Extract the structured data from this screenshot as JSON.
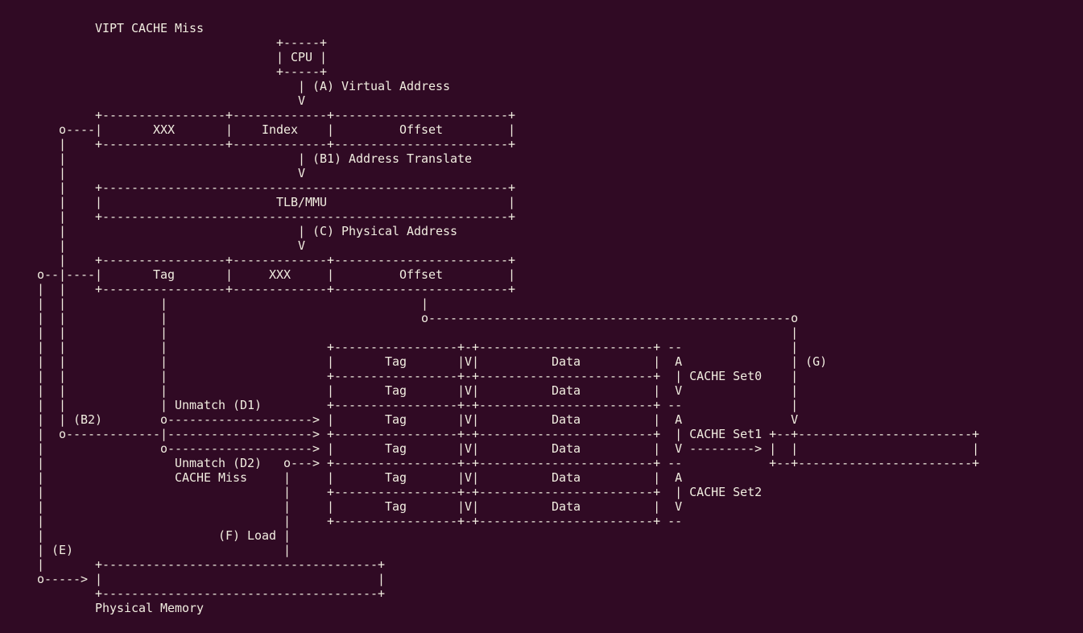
{
  "diagram": {
    "title": "VIPT CACHE Miss",
    "lines": [
      "        VIPT CACHE Miss",
      "                                 +-----+",
      "                                 | CPU |",
      "                                 +-----+",
      "                                    | (A) Virtual Address",
      "                                    V",
      "        +-----------------+-------------+------------------------+",
      "   o----|       XXX       |    Index    |         Offset         |",
      "   |    +-----------------+-------------+------------------------+",
      "   |                                | (B1) Address Translate",
      "   |                                V",
      "   |    +--------------------------------------------------------+",
      "   |    |                        TLB/MMU                         |",
      "   |    +--------------------------------------------------------+",
      "   |                                | (C) Physical Address",
      "   |                                V",
      "   |    +-----------------+-------------+------------------------+",
      "o--|----|       Tag       |     XXX     |         Offset         |",
      "|  |    +-----------------+-------------+------------------------+",
      "|  |             |                                   |",
      "|  |             |                                   o--------------------------------------------------o",
      "|  |             |                                                                                      |",
      "|  |             |                      +-----------------+-+------------------------+ --               |",
      "|  |             |                      |       Tag       |V|          Data          |  A               | (G)",
      "|  |             |                      +-----------------+-+------------------------+  | CACHE Set0    |",
      "|  |             |                      |       Tag       |V|          Data          |  V               |",
      "|  |             | Unmatch (D1)         +-----------------+-+------------------------+ --               |",
      "|  | (B2)        o--------------------> |       Tag       |V|          Data          |  A               V",
      "|  o-------------|--------------------> +-----------------+-+------------------------+  | CACHE Set1 +--+------------------------+",
      "|                o--------------------> |       Tag       |V|          Data          |  V ---------> |  |                        |",
      "|                  Unmatch (D2)   o---> +-----------------+-+------------------------+ --            +--+------------------------+",
      "|                  CACHE Miss     |     |       Tag       |V|          Data          |  A",
      "|                                 |     +-----------------+-+------------------------+  | CACHE Set2",
      "|                                 |     |       Tag       |V|          Data          |  V",
      "|                                 |     +-----------------+-+------------------------+ --",
      "|                        (F) Load |",
      "| (E)                             |",
      "|       +--------------------------------------+",
      "o-----> |                                      |",
      "        +--------------------------------------+",
      "        Physical Memory"
    ]
  },
  "colors": {
    "background": "#300a24",
    "foreground": "#f1ede0"
  }
}
